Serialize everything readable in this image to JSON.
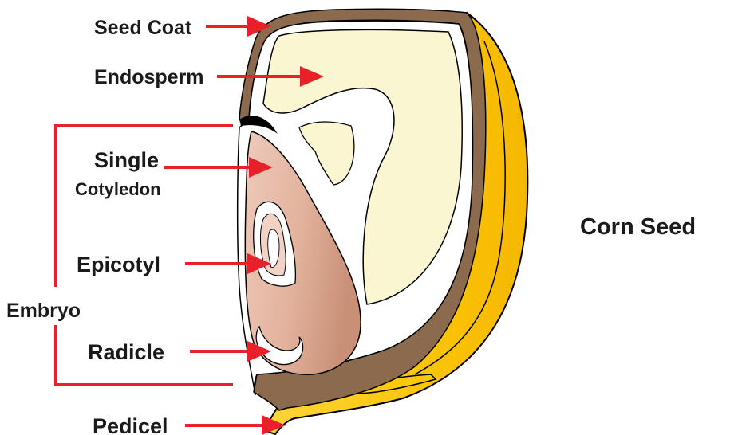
{
  "title": "Corn Seed",
  "labels": {
    "seed_coat": "Seed Coat",
    "endosperm": "Endosperm",
    "single": "Single",
    "cotyledon": "Cotyledon",
    "epicotyl": "Epicotyl",
    "embryo": "Embryo",
    "radicle": "Radicle",
    "pedicel": "Pedicel"
  },
  "colors": {
    "arrow": "#e8202a",
    "bracket": "#e8202a",
    "seed_coat": "#8b6a4e",
    "endosperm": "#fbf6d2",
    "hull": "#fcc80a",
    "embryo": "#e7b9a3",
    "outline": "#000000"
  }
}
